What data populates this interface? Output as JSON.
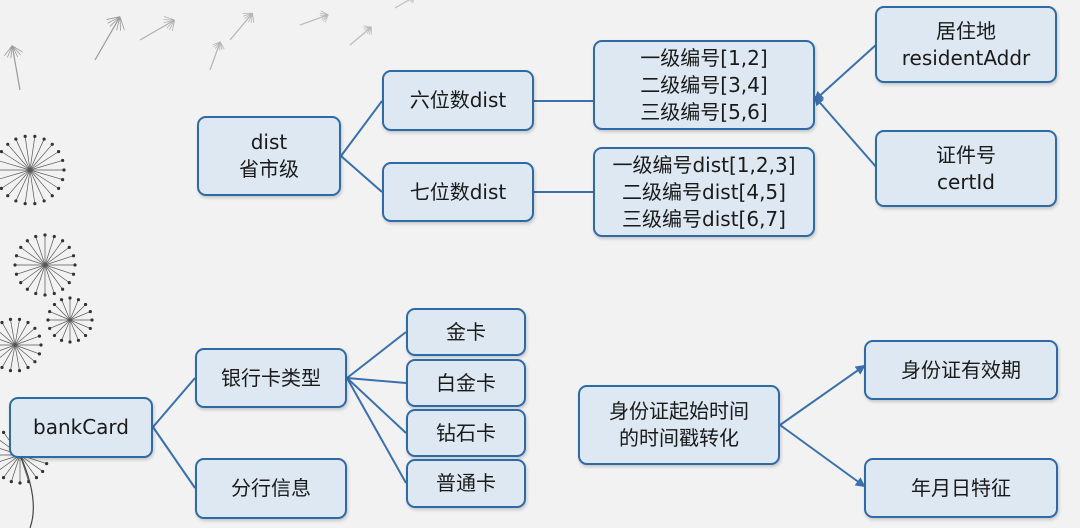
{
  "colors": {
    "node_fill": "#dde8f3",
    "node_border": "#2e6aa8",
    "connector": "#3a70ad",
    "background": "#f2f2f2"
  },
  "nodes": {
    "dist": {
      "lines": [
        "dist",
        "省市级"
      ]
    },
    "six_digit": {
      "label": "六位数dist"
    },
    "seven_digit": {
      "label": "七位数dist"
    },
    "six_levels": {
      "lines": [
        "一级编号[1,2]",
        "二级编号[3,4]",
        "三级编号[5,6]"
      ]
    },
    "seven_levels": {
      "lines": [
        "一级编号dist[1,2,3]",
        "二级编号dist[4,5]",
        "三级编号dist[6,7]"
      ]
    },
    "resident_addr": {
      "lines": [
        "居住地",
        "residentAddr"
      ]
    },
    "cert_id": {
      "lines": [
        "证件号",
        "certId"
      ]
    },
    "bank_card": {
      "label": "bankCard"
    },
    "card_type": {
      "label": "银行卡类型"
    },
    "branch_info": {
      "label": "分行信息"
    },
    "gold_card": {
      "label": "金卡"
    },
    "platinum_card": {
      "label": "白金卡"
    },
    "diamond_card": {
      "label": "钻石卡"
    },
    "normal_card": {
      "label": "普通卡"
    },
    "id_timestamp": {
      "lines": [
        "身份证起始时间",
        "的时间戳转化"
      ]
    },
    "id_validity": {
      "label": "身份证有效期"
    },
    "ymd_feature": {
      "label": "年月日特征"
    }
  }
}
